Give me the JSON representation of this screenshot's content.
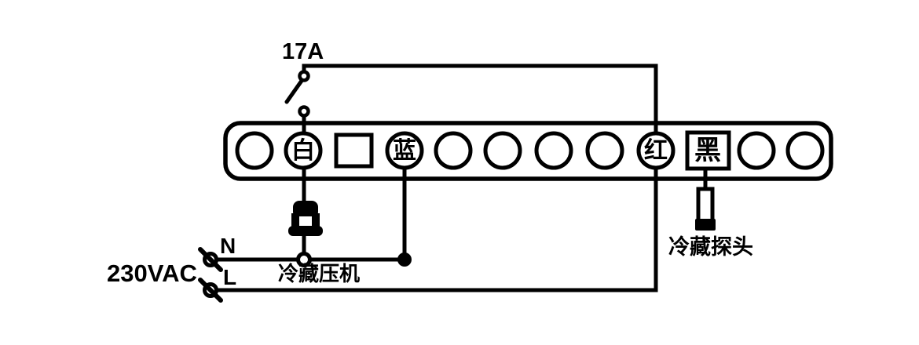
{
  "diagram": {
    "type": "refrigeration-controller-wiring-diagram",
    "fuse_rating": "17A",
    "supply": {
      "voltage": "230VAC",
      "neutral": "N",
      "live": "L"
    },
    "components": {
      "compressor": "冷藏压机",
      "probe": "冷藏探头"
    },
    "terminal_block": {
      "terminals": [
        {
          "shape": "circle",
          "label": ""
        },
        {
          "shape": "circle",
          "label": "白"
        },
        {
          "shape": "square",
          "label": ""
        },
        {
          "shape": "circle",
          "label": "蓝"
        },
        {
          "shape": "circle",
          "label": ""
        },
        {
          "shape": "circle",
          "label": ""
        },
        {
          "shape": "circle",
          "label": ""
        },
        {
          "shape": "circle",
          "label": ""
        },
        {
          "shape": "circle",
          "label": "红"
        },
        {
          "shape": "square",
          "label": "黑"
        },
        {
          "shape": "circle",
          "label": ""
        },
        {
          "shape": "circle",
          "label": ""
        }
      ]
    },
    "colors": {
      "ink": "#000000",
      "background": "#ffffff"
    }
  }
}
